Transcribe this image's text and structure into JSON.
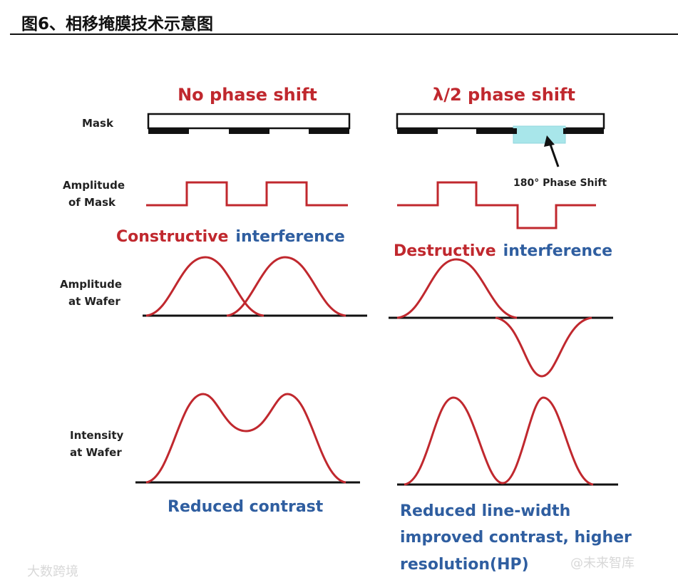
{
  "header": {
    "title": "图6、相移掩膜技术示意图"
  },
  "left_panel": {
    "title": "No phase shift",
    "interference_word_1": "Constructive",
    "interference_word_2": "interference",
    "caption_line_1": "Reduced contrast"
  },
  "right_panel": {
    "title": "λ/2 phase shift",
    "interference_word_1": "Destructive",
    "interference_word_2": "interference",
    "annotation": "180° Phase Shift",
    "caption_line_1": "Reduced line-width",
    "caption_line_2": "improved contrast, higher",
    "caption_line_3": "resolution(HP)"
  },
  "row_labels": {
    "mask": "Mask",
    "amp_mask_1": "Amplitude",
    "amp_mask_2": "of Mask",
    "amp_wafer_1": "Amplitude",
    "amp_wafer_2": "at Wafer",
    "int_wafer_1": "Intensity",
    "int_wafer_2": "at Wafer"
  },
  "watermarks": {
    "left": "大数跨境",
    "right": "@未来智库"
  },
  "colors": {
    "red": "#c0282e",
    "blue": "#2f5ea0",
    "shifter": "#a8e6ea"
  }
}
